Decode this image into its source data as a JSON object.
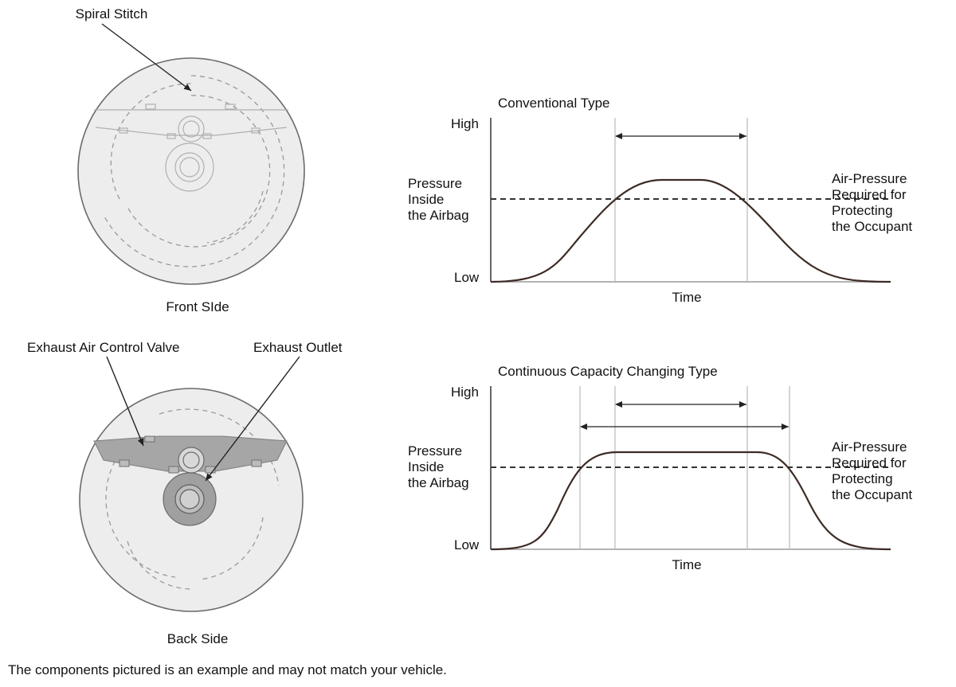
{
  "airbag": {
    "callouts": {
      "spiral_stitch": "Spiral Stitch",
      "exhaust_valve": "Exhaust Air Control Valve",
      "exhaust_outlet": "Exhaust Outlet"
    },
    "captions": {
      "front": "Front SIde",
      "back": "Back Side"
    }
  },
  "charts": [
    {
      "title": "Conventional Type",
      "y_high": "High",
      "y_low": "Low",
      "y_label": "Pressure\nInside\nthe Airbag",
      "x_label": "Time",
      "threshold_label": "Air-Pressure\nRequired for\nProtecting\nthe Occupant"
    },
    {
      "title": "Continuous Capacity Changing Type",
      "y_high": "High",
      "y_low": "Low",
      "y_label": "Pressure\nInside\nthe Airbag",
      "x_label": "Time",
      "threshold_label": "Air-Pressure\nRequired for\nProtecting\nthe Occupant"
    }
  ],
  "footer": {
    "note": "The components pictured is an example and may not match your vehicle."
  },
  "colors": {
    "curve": "#3d2b25",
    "guide": "#b9b9b9",
    "disc": "#ededed",
    "valve": "#a6a6a6",
    "outlet": "#a0a0a0"
  }
}
